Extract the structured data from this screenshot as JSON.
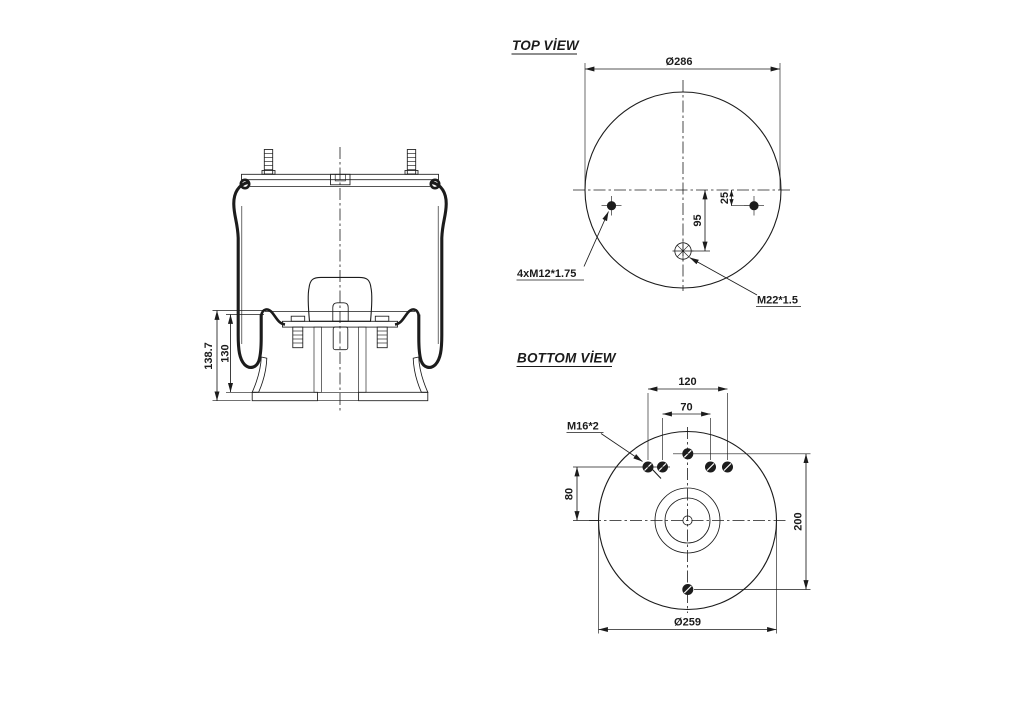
{
  "drawing": {
    "ink_color": "#1c1c1c",
    "background_color": "#ffffff",
    "side_view": {
      "dim_total_height": "138.7",
      "dim_inner_height": "130"
    },
    "top_view": {
      "title": "TOP VİEW",
      "dim_diameter": "Ø286",
      "dim_port_to_center": "95",
      "dim_bolt_to_center": "25",
      "bolt_label": "4xM12*1.75",
      "port_label": "M22*1.5"
    },
    "bottom_view": {
      "title": "BOTTOM VİEW",
      "dim_outer_stud_spacing": "120",
      "dim_inner_stud_spacing": "70",
      "dim_row_to_center": "80",
      "dim_pin_to_pin": "200",
      "dim_diameter": "Ø259",
      "stud_label": "M16*2"
    }
  }
}
